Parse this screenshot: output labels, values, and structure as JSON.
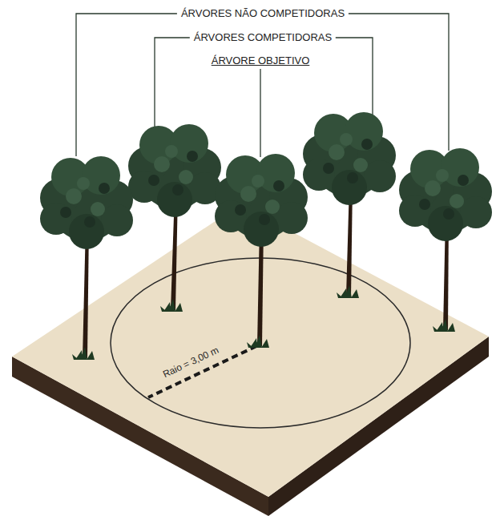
{
  "diagram": {
    "labels": [
      "ÁRVORES NÃO COMPETIDORAS",
      "ÁRVORES COMPETIDORAS",
      "ÁRVORE OBJETIVO",
      "Raio = 3,00 m"
    ]
  }
}
